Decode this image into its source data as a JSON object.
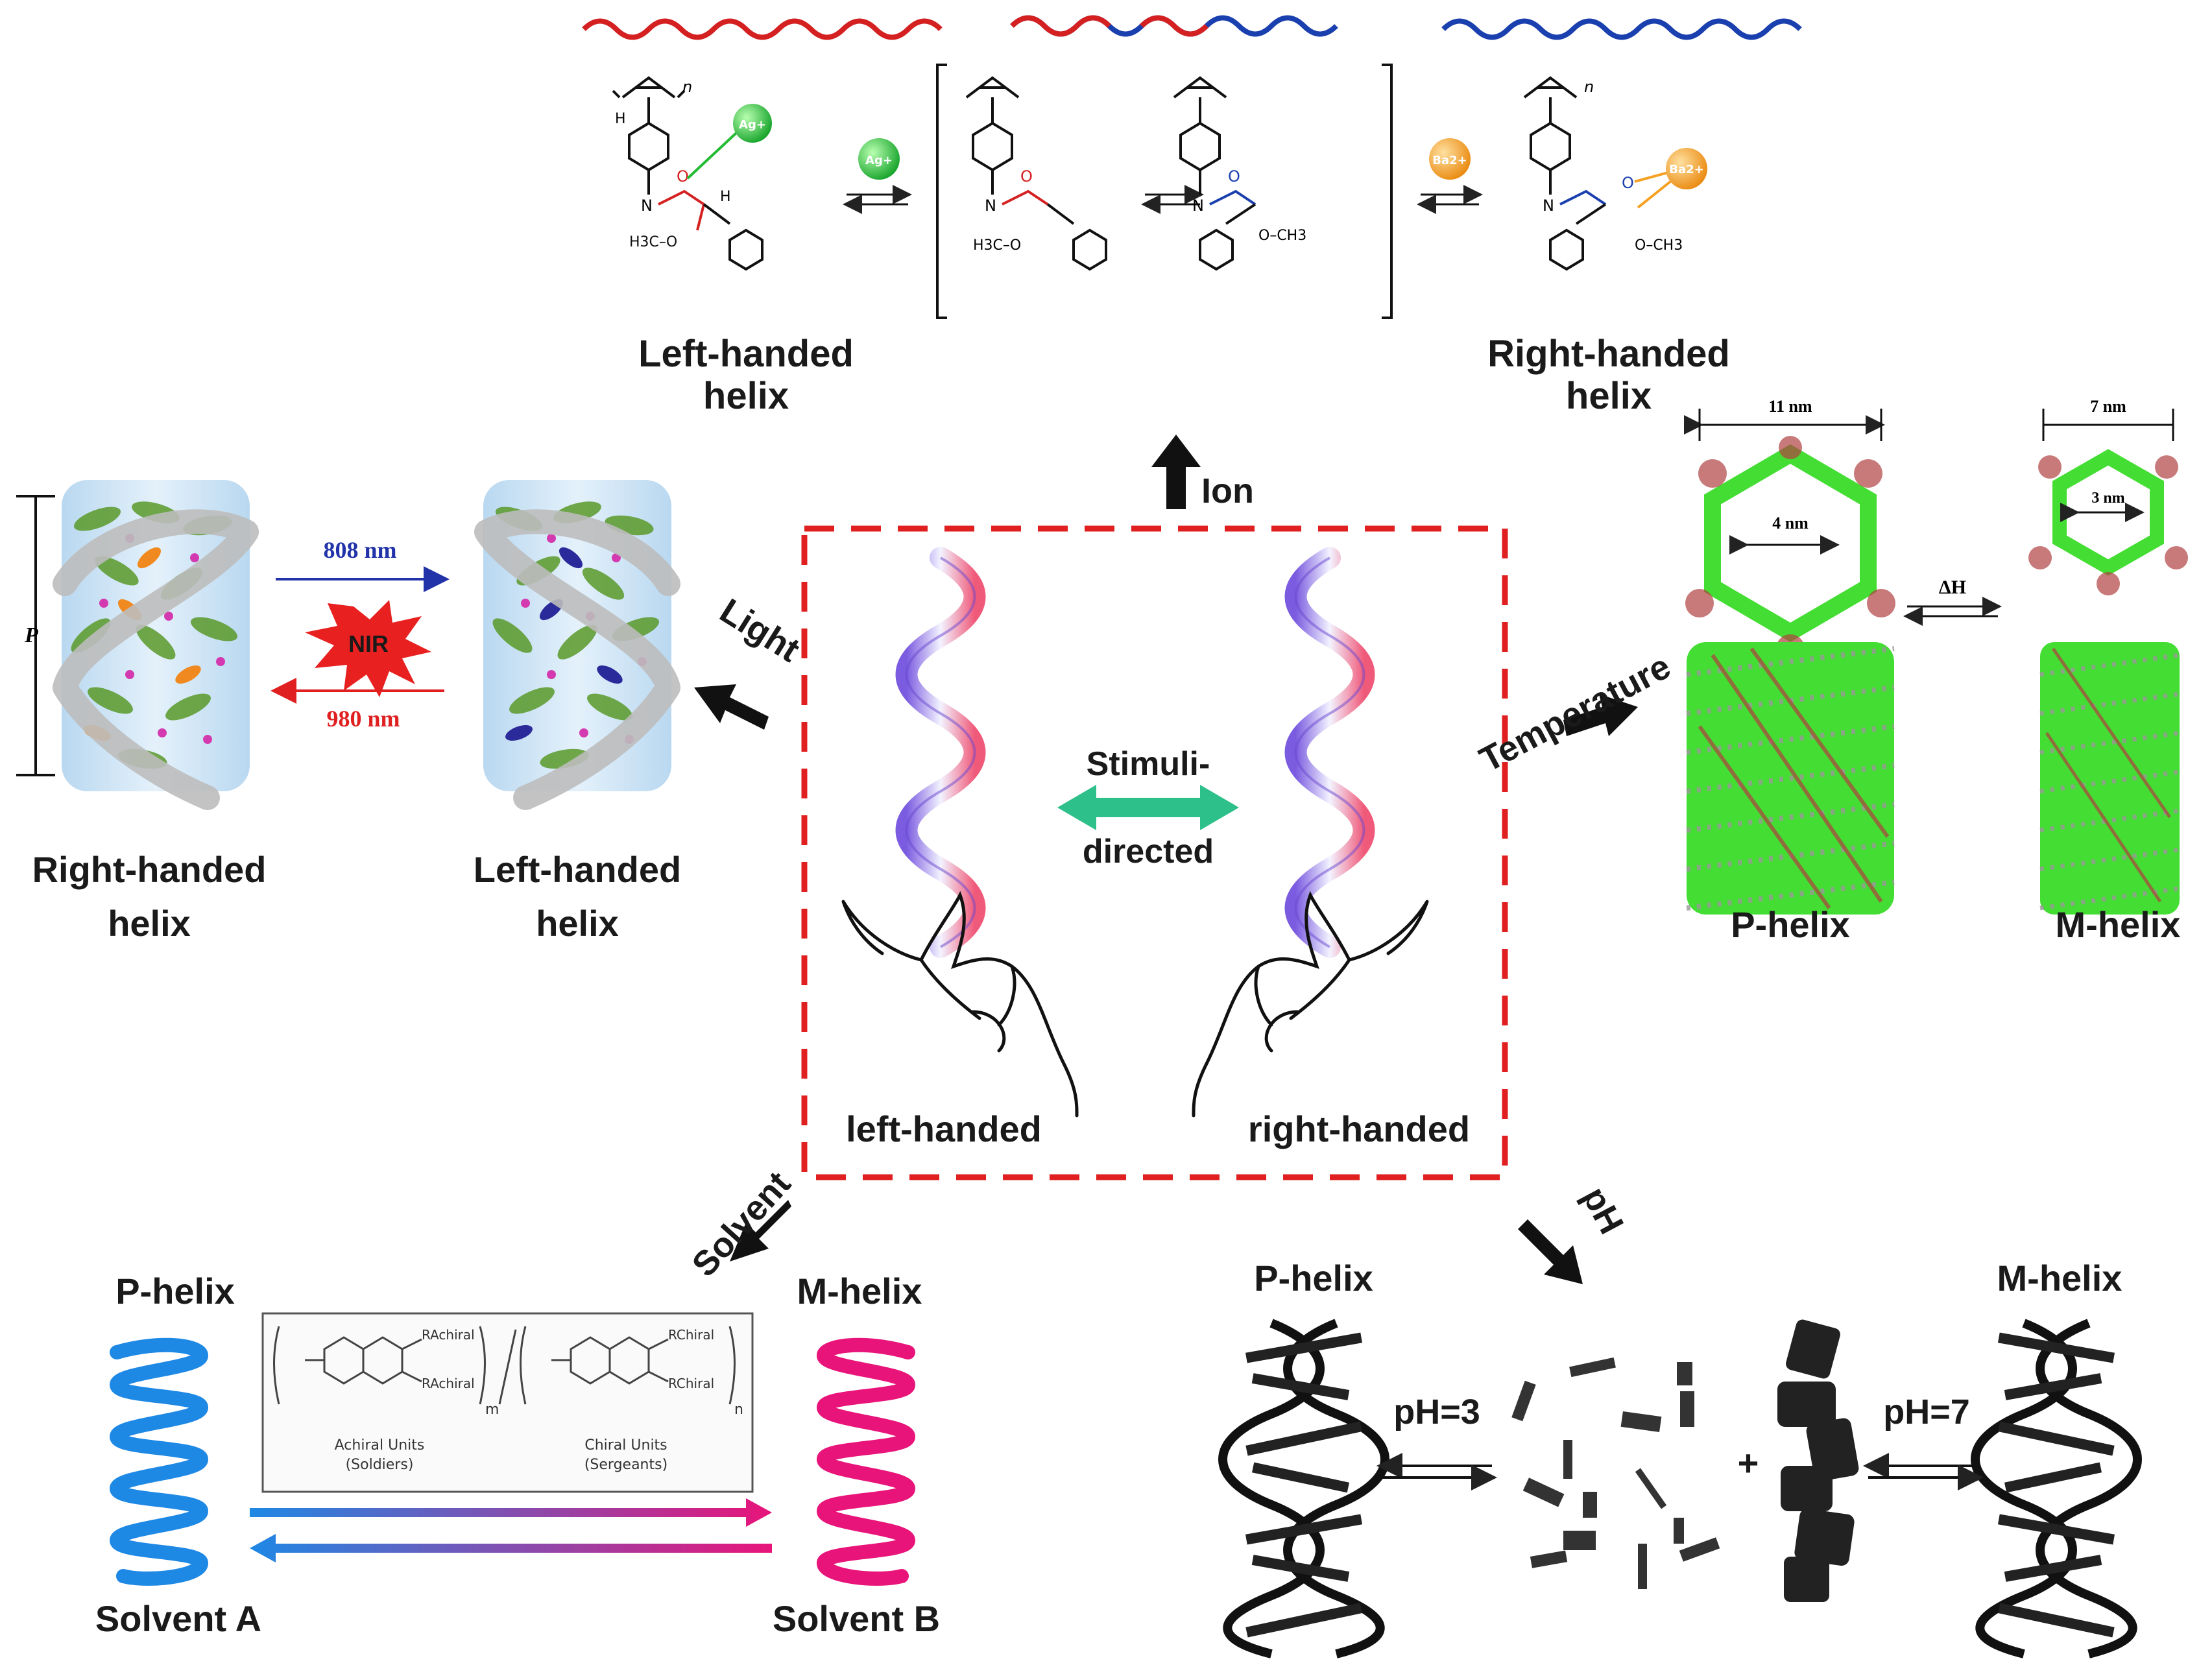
{
  "center": {
    "middle_label_line1": "Stimuli-",
    "middle_label_line2": "directed",
    "left_hand_label": "left-handed",
    "right_hand_label": "right-handed"
  },
  "stimuli": {
    "ion": "Ion",
    "light": "Light",
    "temperature": "Temperature",
    "solvent": "Solvent",
    "ph": "pH"
  },
  "ion_panel": {
    "left_caption_line1": "Left-handed",
    "left_caption_line2": "helix",
    "right_caption_line1": "Right-handed",
    "right_caption_line2": "helix",
    "ag_ion": "Ag+",
    "ba_ion": "Ba2+",
    "n": "n",
    "ch3o": "H3C–O",
    "och3": "O–CH3",
    "nh": "N",
    "h": "H",
    "o": "O"
  },
  "light_panel": {
    "pitch_label": "P",
    "wavelength_top": "808 nm",
    "nir_label": "NIR",
    "wavelength_bottom": "980 nm",
    "left_caption_line1": "Right-handed",
    "left_caption_line2": "helix",
    "right_caption_line1": "Left-handed",
    "right_caption_line2": "helix"
  },
  "temperature_panel": {
    "dim_outer_left": "11 nm",
    "dim_inner_left": "4 nm",
    "dim_outer_right": "7 nm",
    "dim_inner_right": "3 nm",
    "delta_h": "ΔH",
    "left_caption": "P-helix",
    "right_caption": "M-helix"
  },
  "solvent_panel": {
    "p_helix": "P-helix",
    "m_helix": "M-helix",
    "achiral_units": "Achiral Units",
    "soldiers": "(Soldiers)",
    "chiral_units": "Chiral Units",
    "sergeants": "(Sergeants)",
    "r_achiral": "RAchiral",
    "r_chiral": "RChiral",
    "m": "m",
    "n": "n",
    "solvent_a": "Solvent A",
    "solvent_b": "Solvent B"
  },
  "ph_panel": {
    "p_helix": "P-helix",
    "m_helix": "M-helix",
    "ph3": "pH=3",
    "ph7": "pH=7",
    "plus": "+"
  },
  "colors": {
    "dashed_box": "#e02020",
    "center_arrow": "#2ec08a",
    "red_helix": "#d42020",
    "blue_helix": "#1a3fae",
    "light_top": "#2233aa",
    "light_bottom": "#e02020",
    "nir_burst": "#e82020",
    "ag_sphere": "#22bb33",
    "ba_sphere": "#f5a020",
    "green_cylinder": "#44dd33",
    "p_spring": "#1e88e5",
    "m_spring": "#e8147a",
    "black": "#111111"
  }
}
